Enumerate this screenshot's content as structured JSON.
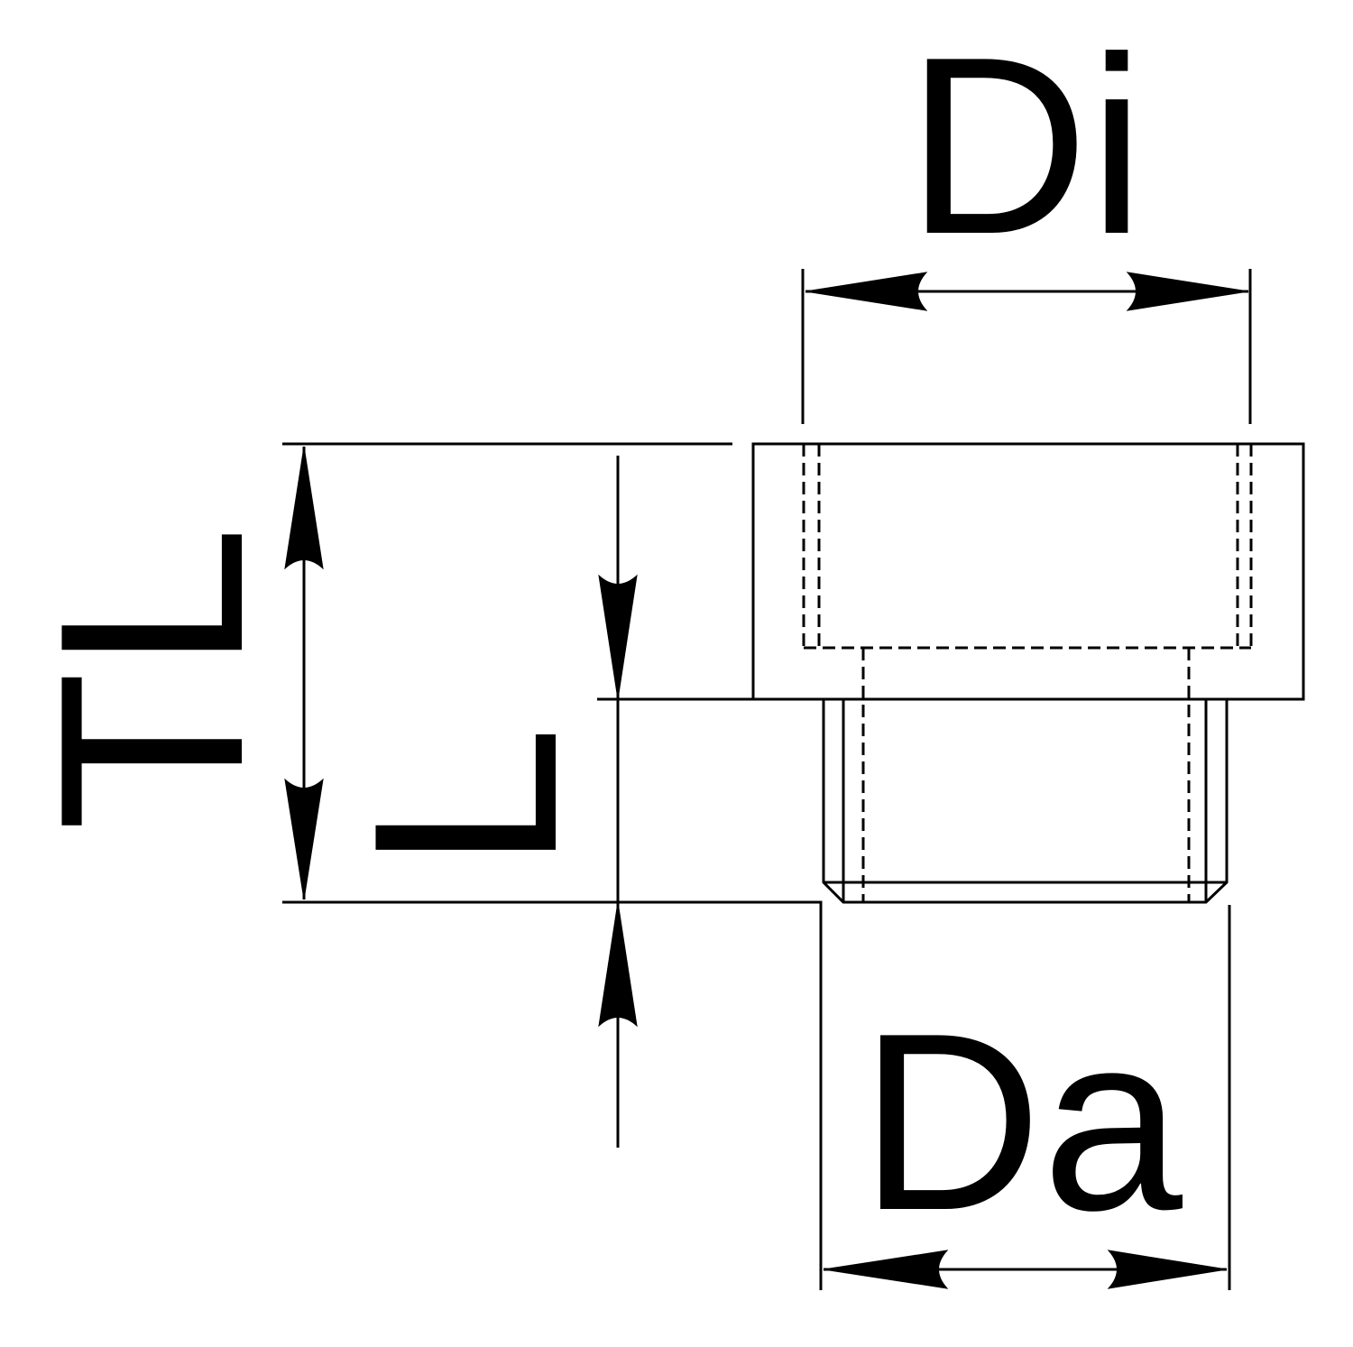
{
  "diagram": {
    "type": "technical dimension drawing",
    "labels": {
      "inner_diameter": "Di",
      "outer_diameter": "Da",
      "total_length": "TL",
      "length": "L"
    },
    "colors": {
      "line": "#000000",
      "background": "#ffffff"
    }
  }
}
